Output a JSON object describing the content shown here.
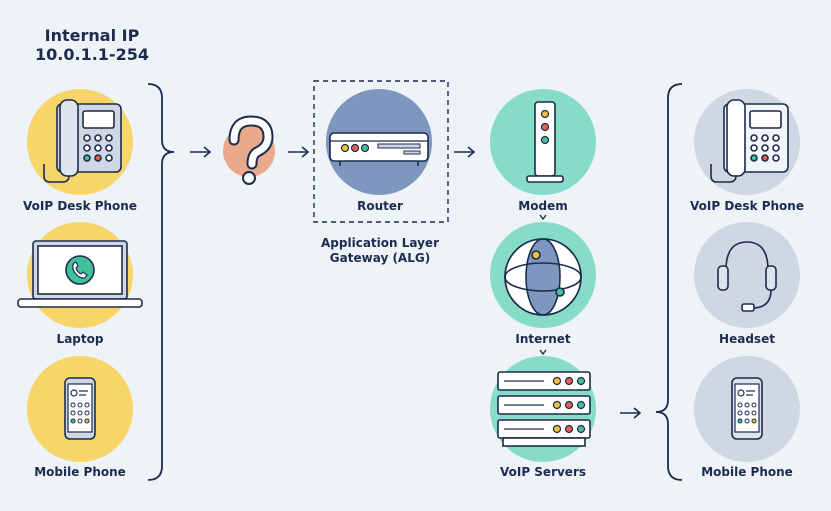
{
  "header": {
    "line1": "Internal IP",
    "line2": "10.0.1.1-254"
  },
  "left_devices": [
    {
      "label": "VoIP Desk Phone",
      "icon": "desk-phone-icon"
    },
    {
      "label": "Laptop",
      "icon": "laptop-icon"
    },
    {
      "label": "Mobile Phone",
      "icon": "mobile-phone-icon"
    }
  ],
  "unknown": {
    "icon": "question-mark-icon"
  },
  "router": {
    "label": "Router",
    "icon": "router-icon"
  },
  "alg": {
    "line1": "Application Layer",
    "line2": "Gateway (ALG)"
  },
  "modem": {
    "label": "Modem",
    "icon": "modem-icon"
  },
  "internet": {
    "label": "Internet",
    "icon": "globe-icon"
  },
  "servers": {
    "label": "VoIP Servers",
    "icon": "server-rack-icon"
  },
  "right_devices": [
    {
      "label": "VoIP Desk Phone",
      "icon": "desk-phone-icon"
    },
    {
      "label": "Headset",
      "icon": "headset-icon"
    },
    {
      "label": "Mobile Phone",
      "icon": "mobile-phone-icon"
    }
  ],
  "colors": {
    "yellow": "#f7d568",
    "salmon": "#e9a98a",
    "router_blue": "#7d97be",
    "teal": "#86dcc6",
    "grey_blue": "#cfd7e3",
    "navy": "#1c2b4e",
    "dot_yellow": "#f2c230",
    "dot_red": "#e8624a",
    "dot_green": "#3fc19b"
  }
}
